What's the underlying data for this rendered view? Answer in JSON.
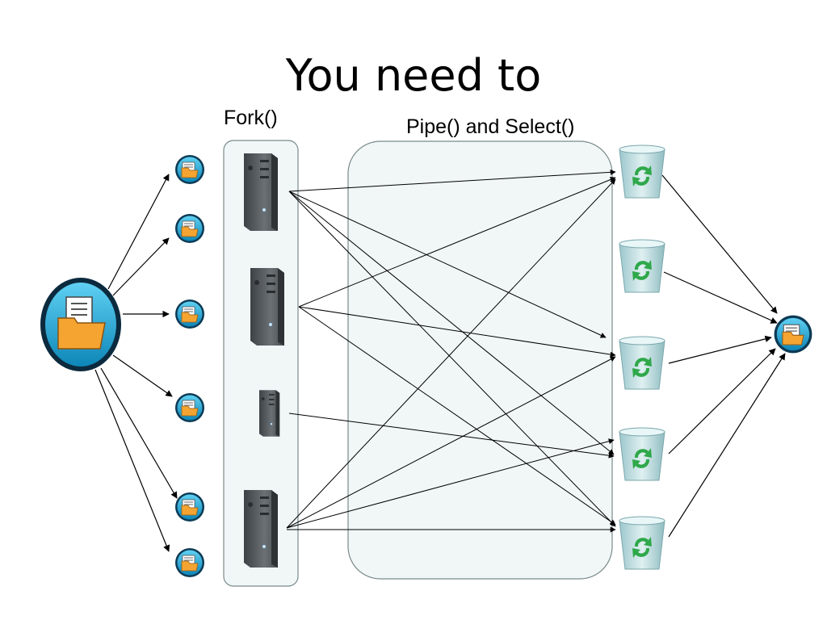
{
  "title": "You need to",
  "fork_label": "Fork()",
  "pipe_label": "Pipe() and Select()",
  "colors": {
    "panel_fill": "#f1f7f7",
    "panel_stroke": "#7a8a8a",
    "folder_orange": "#f5a431",
    "disc_blue": "#1aa6d6",
    "bin_glass": "#b7d9dc",
    "recycle_green": "#2fa84a",
    "server_gray": "#555a5e"
  },
  "icons": {
    "source": "folder-document-icon",
    "child": "folder-document-icon",
    "server": "server-tower-icon",
    "bin": "recycle-bin-icon",
    "result": "folder-document-icon"
  }
}
